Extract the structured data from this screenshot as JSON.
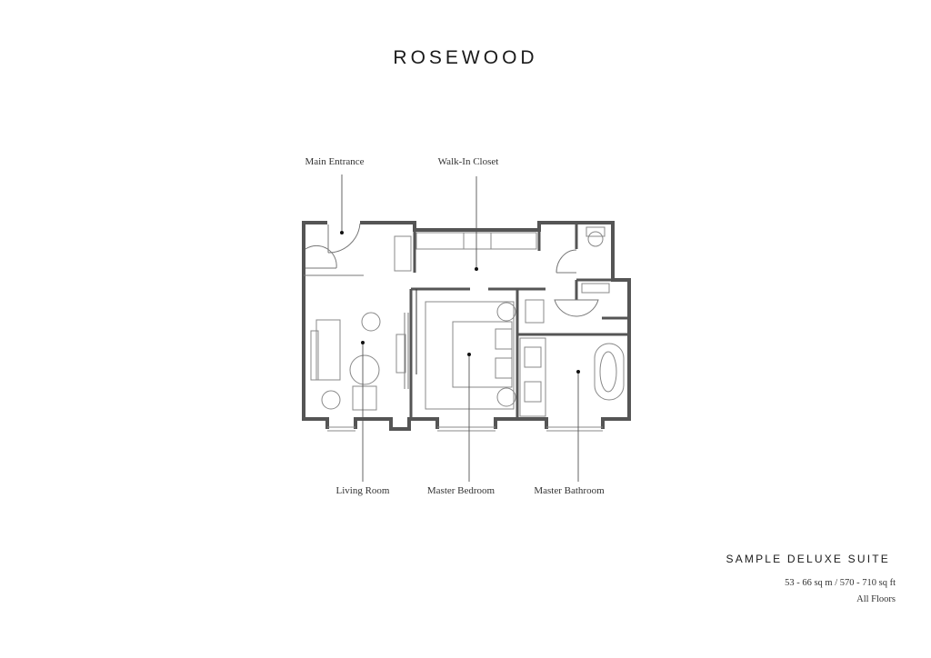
{
  "brand": "ROSEWOOD",
  "labels": {
    "main_entrance": "Main Entrance",
    "walk_in_closet": "Walk-In Closet",
    "living_room": "Living Room",
    "master_bedroom": "Master Bedroom",
    "master_bathroom": "Master Bathroom"
  },
  "suite": {
    "title": "SAMPLE DELUXE SUITE",
    "area": "53 - 66 sq m / 570 - 710 sq ft",
    "floors": "All Floors"
  }
}
